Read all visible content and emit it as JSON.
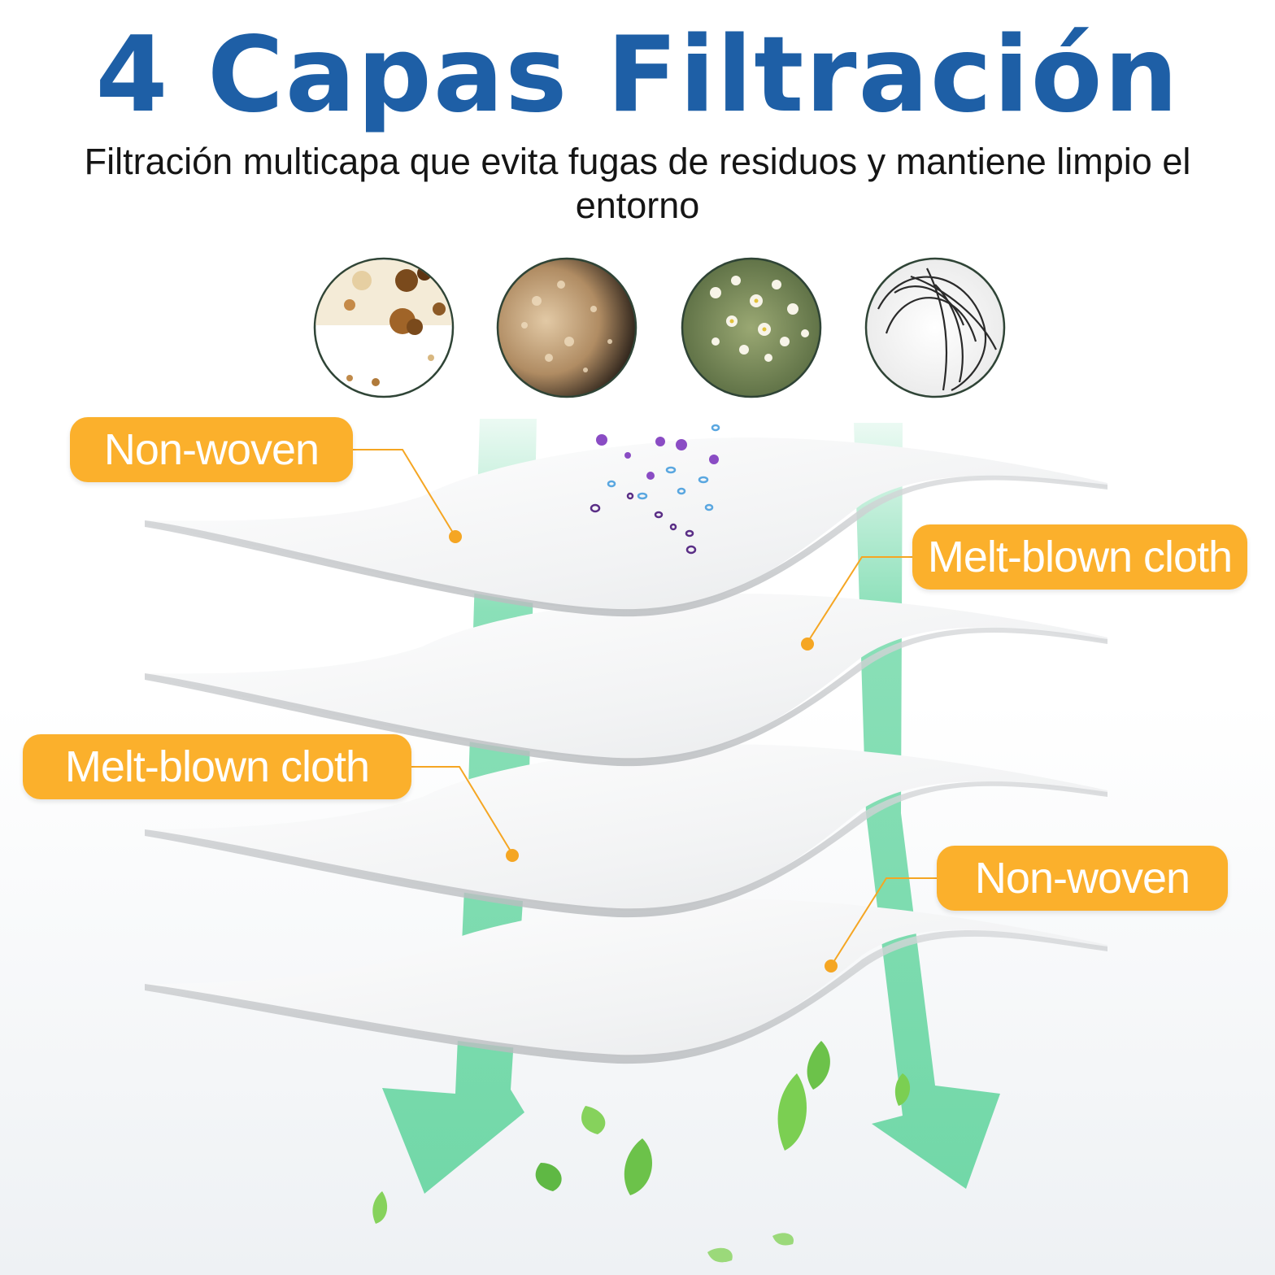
{
  "header": {
    "title": "4 Capas Filtración",
    "subtitle": "Filtración multicapa que evita fugas de residuos y mantiene limpio el entorno"
  },
  "colors": {
    "title_blue": "#1e5fa6",
    "label_orange": "#fbb02c",
    "leader_line": "#f5a623",
    "arrow_green": "#7ddcb0",
    "leaf_green": "#6cc24a"
  },
  "particle_samples": [
    {
      "name": "stain-sample-icon"
    },
    {
      "name": "sand-sample-icon"
    },
    {
      "name": "pollen-flower-sample-icon"
    },
    {
      "name": "hair-sample-icon"
    }
  ],
  "layers": [
    {
      "label": "Non-woven"
    },
    {
      "label": "Melt-blown cloth"
    },
    {
      "label": "Melt-blown cloth"
    },
    {
      "label": "Non-woven"
    }
  ]
}
